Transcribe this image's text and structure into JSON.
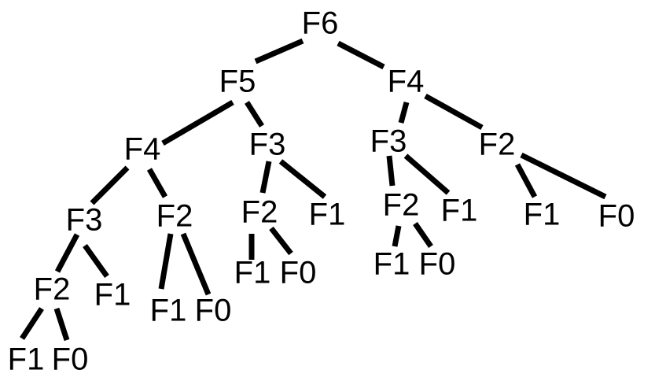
{
  "tree": {
    "root": {
      "id": "n1",
      "label": "F6",
      "children": [
        {
          "id": "n2",
          "label": "F5",
          "children": [
            {
              "id": "n4",
              "label": "F4",
              "children": [
                {
                  "id": "n8",
                  "label": "F3",
                  "children": [
                    {
                      "id": "n16",
                      "label": "F2",
                      "children": [
                        {
                          "id": "n32",
                          "label": "F1",
                          "children": []
                        },
                        {
                          "id": "n33",
                          "label": "F0",
                          "children": []
                        }
                      ]
                    },
                    {
                      "id": "n17",
                      "label": "F1",
                      "children": []
                    }
                  ]
                },
                {
                  "id": "n9",
                  "label": "F2",
                  "children": [
                    {
                      "id": "n18",
                      "label": "F1",
                      "children": []
                    },
                    {
                      "id": "n19",
                      "label": "F0",
                      "children": []
                    }
                  ]
                }
              ]
            },
            {
              "id": "n5",
              "label": "F3",
              "children": [
                {
                  "id": "n10",
                  "label": "F2",
                  "children": [
                    {
                      "id": "n20",
                      "label": "F1",
                      "children": []
                    },
                    {
                      "id": "n21",
                      "label": "F0",
                      "children": []
                    }
                  ]
                },
                {
                  "id": "n11",
                  "label": "F1",
                  "children": []
                }
              ]
            }
          ]
        },
        {
          "id": "n3",
          "label": "F4",
          "children": [
            {
              "id": "n6",
              "label": "F3",
              "children": [
                {
                  "id": "n12",
                  "label": "F2",
                  "children": [
                    {
                      "id": "n24",
                      "label": "F1",
                      "children": []
                    },
                    {
                      "id": "n25",
                      "label": "F0",
                      "children": []
                    }
                  ]
                },
                {
                  "id": "n13",
                  "label": "F1",
                  "children": []
                }
              ]
            },
            {
              "id": "n7",
              "label": "F2",
              "children": [
                {
                  "id": "n14",
                  "label": "F1",
                  "children": []
                },
                {
                  "id": "n15",
                  "label": "F0",
                  "children": []
                }
              ]
            }
          ]
        }
      ]
    }
  },
  "colors": {
    "background": "#ffffff",
    "ink": "#000000"
  }
}
